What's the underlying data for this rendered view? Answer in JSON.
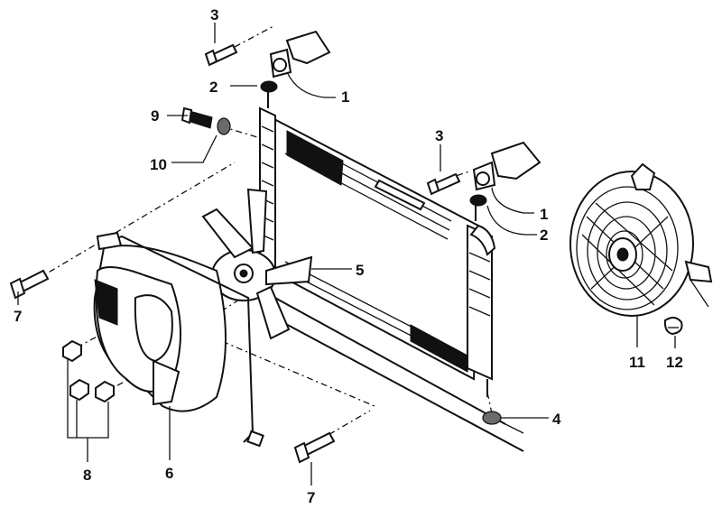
{
  "callouts": {
    "c1a": "1",
    "c1b": "1",
    "c2a": "2",
    "c2b": "2",
    "c3a": "3",
    "c3b": "3",
    "c4": "4",
    "c5": "5",
    "c6": "6",
    "c7a": "7",
    "c7b": "7",
    "c8": "8",
    "c9": "9",
    "c10": "10",
    "c11": "11",
    "c12": "12"
  }
}
